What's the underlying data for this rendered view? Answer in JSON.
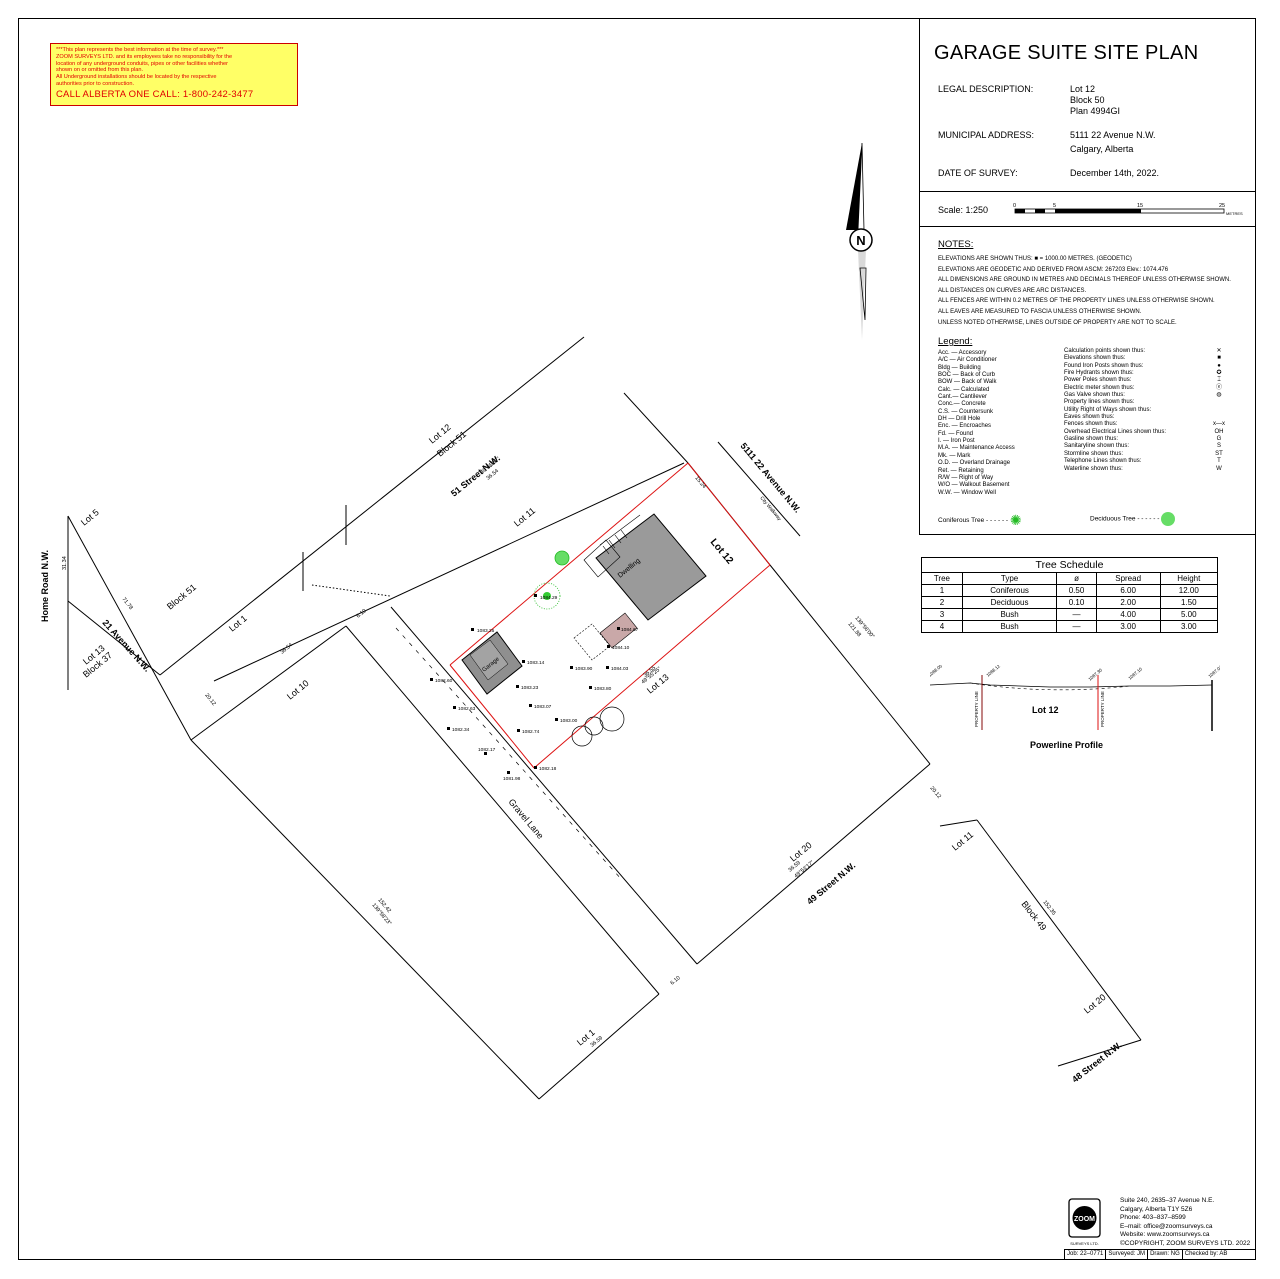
{
  "warning": {
    "lines": [
      "***This plan represents the best information at the time of survey.***",
      "ZOOM SURVEYS LTD. and its employees take no responsibility for the",
      "location of any underground conduits, pipes or other facilities whether",
      "shown on or omitted from this plan.",
      "All Underground installations should be located by the respective",
      "authorities prior to construction."
    ],
    "call": "CALL ALBERTA ONE CALL: 1-800-242-3477"
  },
  "title_block": {
    "title": "GARAGE SUITE SITE PLAN",
    "legal_label": "LEGAL DESCRIPTION:",
    "legal_lot": "Lot 12",
    "legal_block": "Block 50",
    "legal_plan": "Plan 4994GI",
    "address_label": "MUNICIPAL ADDRESS:",
    "address_line1": "5111 22 Avenue N.W.",
    "address_line2": "Calgary, Alberta",
    "date_label": "DATE OF SURVEY:",
    "date_value": "December 14th, 2022.",
    "scale_label": "Scale: 1:250",
    "scale_ticks": [
      "0",
      "5",
      "15",
      "25"
    ],
    "scale_units": "METRES"
  },
  "notes": {
    "heading": "NOTES:",
    "lines": [
      "ELEVATIONS ARE SHOWN THUS: ■ = 1000.00 METRES. (GEODETIC)",
      "ELEVATIONS ARE GEODETIC AND DERIVED FROM ASCM: 267203 Elev.: 1074.476",
      "ALL DIMENSIONS ARE GROUND IN METRES AND DECIMALS THEREOF UNLESS OTHERWISE SHOWN.",
      "ALL DISTANCES ON CURVES ARE ARC DISTANCES.",
      "ALL FENCES ARE WITHIN 0.2 METRES OF THE PROPERTY LINES UNLESS OTHERWISE SHOWN.",
      "ALL EAVES ARE MEASURED TO FASCIA UNLESS OTHERWISE SHOWN.",
      "UNLESS NOTED OTHERWISE, LINES OUTSIDE OF PROPERTY ARE NOT TO SCALE."
    ]
  },
  "legend": {
    "heading": "Legend:",
    "abbreviations": [
      "Acc. — Accessory",
      "A/C — Air Conditioner",
      "Bldg — Building",
      "BOC — Back of Curb",
      "BOW — Back of Walk",
      "Calc. — Calculated",
      "Cant.— Cantilever",
      "Conc.— Concrete",
      "C.S. — Countersunk",
      "DH — Drill Hole",
      "Enc. — Encroaches",
      "Fd. — Found",
      "I. — Iron Post",
      "M.A. — Maintenance Access",
      "Mk. — Mark",
      "O.D. — Overland Drainage",
      "Ret. — Retaining",
      "R/W — Right of Way",
      "W/O — Walkout Basement",
      "W.W. — Window Well"
    ],
    "symbols": [
      "Calculation points shown thus:",
      "Elevations shown thus:",
      "Found Iron Posts shown thus:",
      "Fire Hydrants shown thus:",
      "Power Poles shown thus:",
      "Electric meter shown thus:",
      "Gas Valve shown thus:",
      "Property lines shown thus:",
      "Utility Right of Ways shown thus:",
      "Eaves shown thus:",
      "Fences shown thus:",
      "Overhead Electrical Lines shown thus:",
      "Gasline shown thus:",
      "Sanitaryline shown thus:",
      "Stormline shown thus:",
      "Telephone Lines shown thus:",
      "Waterline shown thus:"
    ],
    "glyphs": [
      "✕",
      "■",
      "●",
      "✪",
      "⌶",
      "ⓔ",
      "◍",
      "",
      "",
      "",
      "x—x",
      "OH",
      "G",
      "S",
      "ST",
      "T",
      "W"
    ],
    "coniferous": "Coniferous Tree",
    "deciduous": "Deciduous Tree"
  },
  "tree_schedule": {
    "title": "Tree Schedule",
    "headers": [
      "Tree",
      "Type",
      "ø",
      "Spread",
      "Height"
    ],
    "rows": [
      [
        "1",
        "Coniferous",
        "0.50",
        "6.00",
        "12.00"
      ],
      [
        "2",
        "Deciduous",
        "0.10",
        "2.00",
        "1.50"
      ],
      [
        "3",
        "Bush",
        "—",
        "4.00",
        "5.00"
      ],
      [
        "4",
        "Bush",
        "—",
        "3.00",
        "3.00"
      ]
    ]
  },
  "powerline": {
    "title": "Powerline Profile",
    "lot": "Lot 12",
    "property_line": "PROPERTY LINE",
    "elevations": [
      "1088.05",
      "1088.12",
      "1087.30",
      "1087.10",
      "1087.04"
    ]
  },
  "plan": {
    "north": "N",
    "street_51": "51 Street N.W.",
    "street_49": "49 Street N.W.",
    "street_48": "48 Street N.W.",
    "avenue_22": "5111 22 Avenue N.W.",
    "avenue_21": "21 Avenue N.W.",
    "home_road": "Home Road N.W.",
    "gravel_lane": "Gravel Lane",
    "city_walkway": "City Walkway",
    "lot12": "Lot 12",
    "lot11": "Lot 11",
    "lot13": "Lot 13",
    "lot10": "Lot 10",
    "lot20": "Lot 20",
    "lot20b": "Lot 20",
    "lot1a": "Lot 1",
    "lot1b": "Lot 1",
    "lot11b": "Lot 11",
    "lot5": "Lot 5",
    "lot13b": "Lot 13",
    "lot12b51": "Lot 12",
    "block51": "Block 51",
    "block51b": "Block 51",
    "block49": "Block 49",
    "block37": "Block 37",
    "dwelling": "Dwelling",
    "garage": "Garage",
    "dims": {
      "d1": "36.54",
      "d2": "49°55'57\"",
      "d3": "36.55",
      "d4": "49°55'25\"",
      "d5": "15.24",
      "d6": "139°56'00\"",
      "d7": "121.88",
      "d8": "20.12",
      "d9": "36.59",
      "d10": "49°53'17\"",
      "d11": "152.42",
      "d12": "139°58'23\"",
      "d13": "6.10",
      "d14": "36.54",
      "d15": "71.78",
      "d16": "31.34",
      "d17": "20.12",
      "d18": "152.35",
      "d19": "36.59",
      "d20": "6.10"
    },
    "elev": {
      "e1": "1084.29",
      "e2": "1083.25",
      "e3": "1083.14",
      "e4": "1083.90",
      "e5": "1084.03",
      "e6": "1083.80",
      "e7": "1083.23",
      "e8": "1083.07",
      "e9": "1082.60",
      "e10": "1082.63",
      "e11": "1082.34",
      "e12": "1082.74",
      "e13": "1083.00",
      "e14": "1082.17",
      "e15": "1081.98",
      "e16": "1082.18",
      "e17": "1084.10",
      "e18": "1084.67"
    }
  },
  "company": {
    "lines": [
      "Suite 240, 2635–37 Avenue N.E.",
      "Calgary, Alberta T1Y 5Z6",
      "Phone: 403–837–8599",
      "E–mail: office@zoomsurveys.ca",
      "Website: www.zoomsurveys.ca",
      "©COPYRIGHT, ZOOM SURVEYS LTD. 2022"
    ],
    "logo": "ZOOM",
    "logo_sub": "SURVEYS LTD."
  },
  "footer": {
    "job": "Job: 22–0771",
    "surveyed": "Surveyed: JM",
    "drawn": "Drawn: NG",
    "checked": "Checked by: AB"
  }
}
